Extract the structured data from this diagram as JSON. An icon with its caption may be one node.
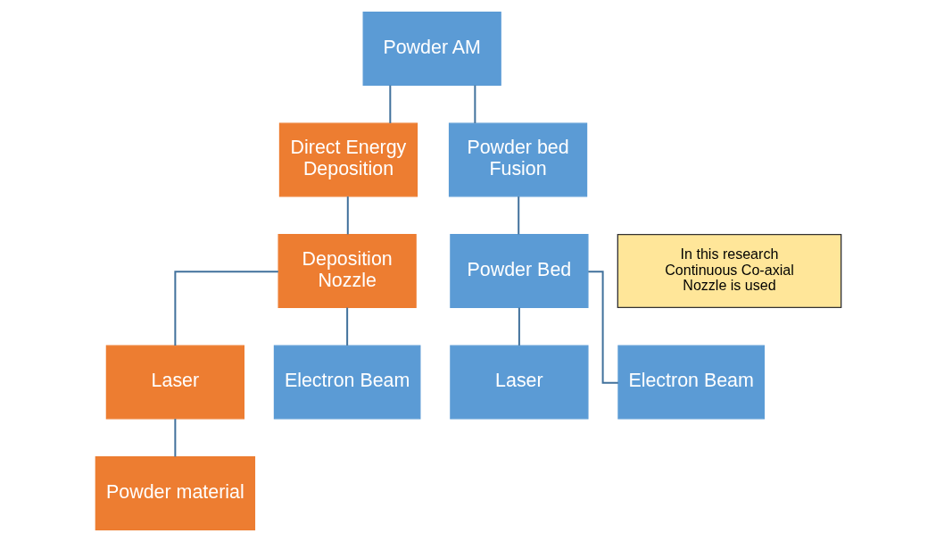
{
  "diagram": {
    "nodes": [
      {
        "text": [
          "Powder AM"
        ]
      },
      {
        "text": [
          "Direct Energy Deposition"
        ]
      },
      {
        "text": [
          "Powder bed Fusion"
        ]
      },
      {
        "text": [
          "Deposition Nozzle"
        ]
      },
      {
        "text": [
          "Powder Bed"
        ]
      },
      {
        "text": [
          "Laser"
        ]
      },
      {
        "text": [
          "Electron Beam"
        ]
      },
      {
        "text": [
          "Laser"
        ]
      },
      {
        "text": [
          "Electron Beam"
        ]
      },
      {
        "text": [
          "Powder material"
        ]
      },
      {
        "text": [
          "In this research Continuous Co-axial Nozzle is used"
        ]
      }
    ],
    "edges": [
      {
        "from": 0,
        "to": 1,
        "arrow": "none"
      },
      {
        "from": 0,
        "to": 2,
        "arrow": "none"
      },
      {
        "from": 1,
        "to": 3,
        "arrow": "none"
      },
      {
        "from": 2,
        "to": 4,
        "arrow": "none"
      },
      {
        "from": 3,
        "to": 5,
        "arrow": "none"
      },
      {
        "from": 3,
        "to": 6,
        "arrow": "none"
      },
      {
        "from": 4,
        "to": 7,
        "arrow": "none"
      },
      {
        "from": 4,
        "to": 8,
        "arrow": "none"
      },
      {
        "from": 5,
        "to": 9,
        "arrow": "none"
      }
    ]
  }
}
